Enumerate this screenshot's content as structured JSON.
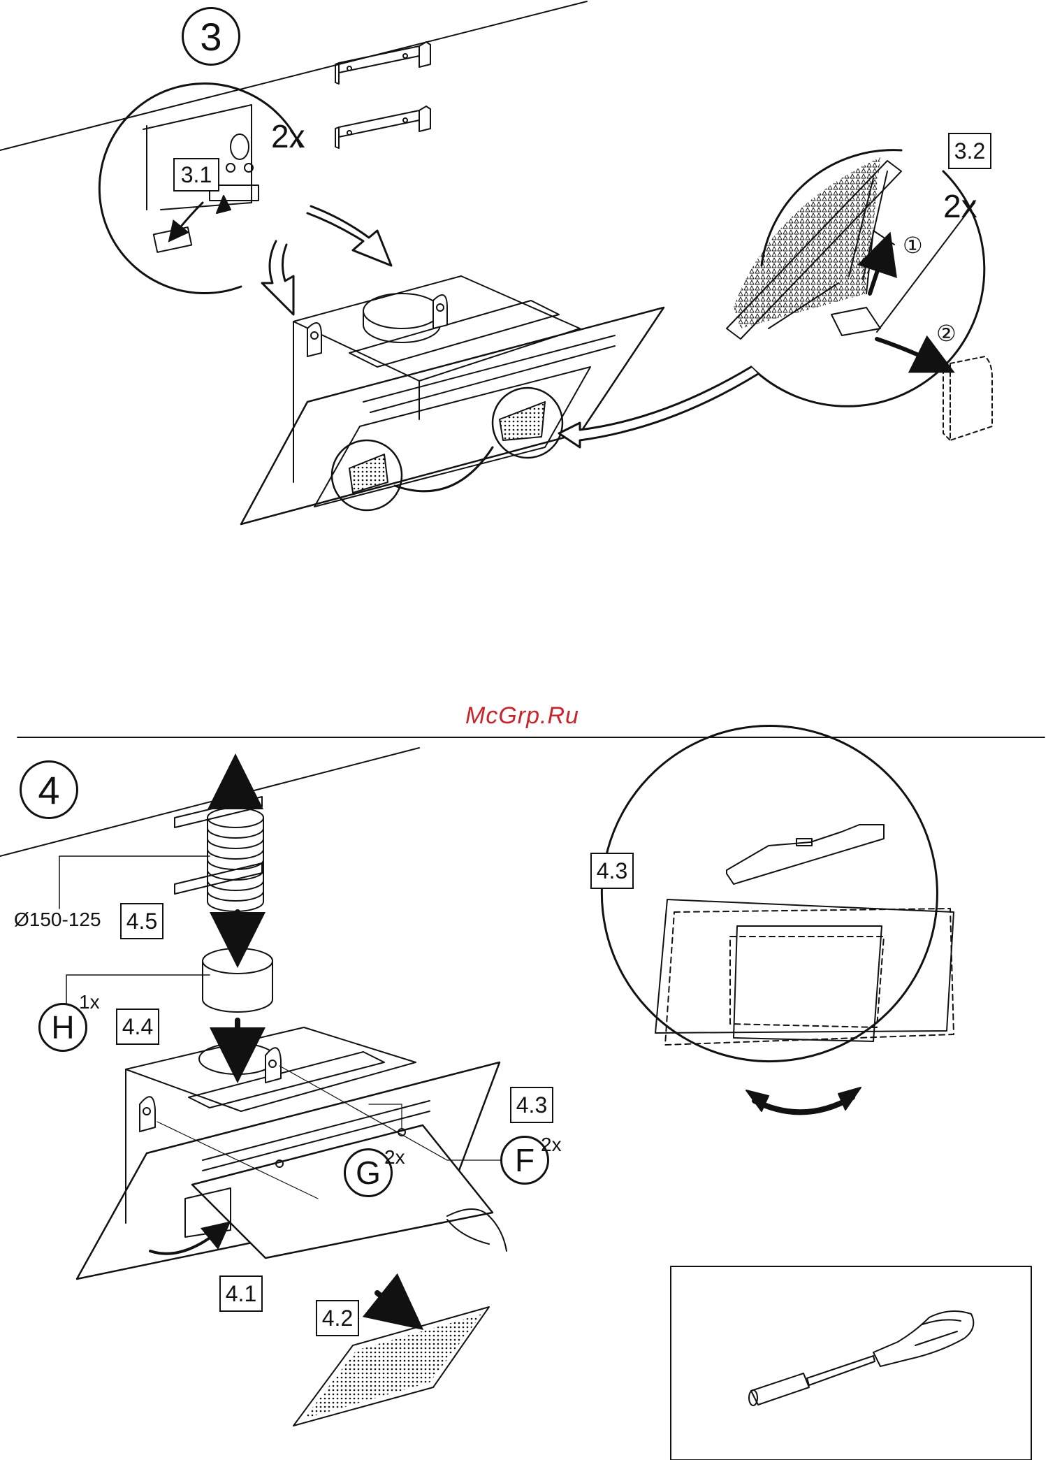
{
  "watermark": "McGrp.Ru",
  "step3": {
    "number": "3",
    "quantity_bracket": "2x",
    "step_3_1": "3.1",
    "step_3_2": "3.2",
    "quantity_filter_clip": "2x",
    "sub_step_1": "①",
    "sub_step_2": "②"
  },
  "step4": {
    "number": "4",
    "duct_diameter": "Ø150-125",
    "step_4_5": "4.5",
    "part_h": "H",
    "part_h_qty": "1x",
    "step_4_4": "4.4",
    "step_4_3_main": "4.3",
    "step_4_3_detail": "4.3",
    "part_g": "G",
    "part_g_qty": "2x",
    "part_f": "F",
    "part_f_qty": "2x",
    "step_4_1": "4.1",
    "step_4_2": "4.2"
  },
  "colors": {
    "line": "#111111",
    "watermark": "#c8242b",
    "background": "#ffffff"
  },
  "icons": [
    "screwdriver-icon",
    "spirit-level-icon",
    "rotate-arrows-icon"
  ]
}
